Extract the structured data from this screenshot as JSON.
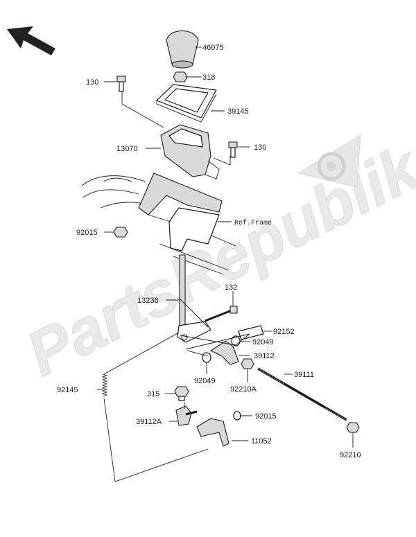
{
  "diagram": {
    "watermark_text": "PartsRepublik",
    "ref_label": "Ref.Frame",
    "colors": {
      "ink": "#1a1a1a",
      "watermark": "#e0e0e0",
      "part_fill": "#d9d9d9"
    },
    "parts": {
      "p46075": "46075",
      "p318": "318",
      "p130a": "130",
      "p39145": "39145",
      "p13070": "13070",
      "p130b": "130",
      "p92015a": "92015",
      "p132": "132",
      "p13236": "13236",
      "p92152": "92152",
      "p92049a": "92049",
      "p39112": "39112",
      "p92049b": "92049",
      "p92210A": "92210A",
      "p39111": "39111",
      "p92145": "92145",
      "p315": "315",
      "p39112A": "39112A",
      "p92015b": "92015",
      "p11052": "11052",
      "p92210": "92210"
    }
  }
}
